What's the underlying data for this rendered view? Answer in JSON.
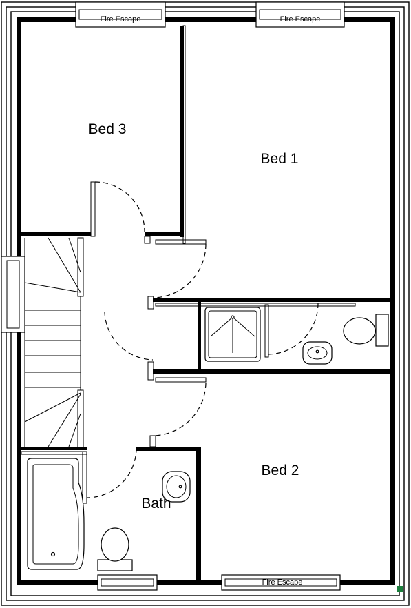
{
  "floor_plan": {
    "rooms": [
      {
        "id": "bed-3",
        "label": "Bed 3"
      },
      {
        "id": "bed-1",
        "label": "Bed 1"
      },
      {
        "id": "bed-2",
        "label": "Bed 2"
      },
      {
        "id": "bath",
        "label": "Bath"
      }
    ],
    "fire_escapes": [
      {
        "id": "top-left",
        "label": "Fire Escape"
      },
      {
        "id": "top-right",
        "label": "Fire Escape"
      },
      {
        "id": "bottom",
        "label": "Fire Escape"
      }
    ],
    "fixtures": [
      "shower-tray",
      "toilet",
      "washbasin",
      "bath-tub"
    ],
    "colors": {
      "walls": "#000000",
      "background": "#ffffff",
      "marker": "#1a7f3c"
    }
  }
}
